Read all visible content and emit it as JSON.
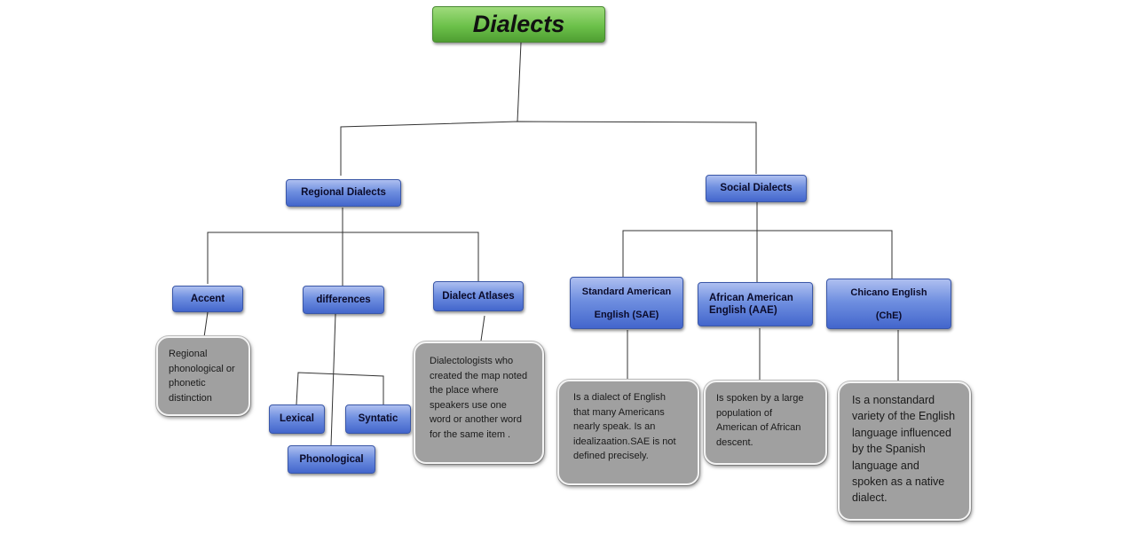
{
  "title": "Dialects",
  "branches": {
    "regional": {
      "label": "Regional Dialects",
      "children": {
        "accent": {
          "label": "Accent",
          "note": "Regional phonological or phonetic distinction"
        },
        "differences": {
          "label": "differences",
          "items": {
            "lexical": "Lexical",
            "syntatic": "Syntatic",
            "phonological": "Phonological"
          }
        },
        "atlases": {
          "label": "Dialect Atlases",
          "note": "Dialectologists who created the map noted the place where speakers use one word or another word for the same item ."
        }
      }
    },
    "social": {
      "label": "Social Dialects",
      "children": {
        "sae": {
          "label": "Standard American English (SAE)",
          "note": "Is a dialect of English that many Americans nearly speak. Is an idealizaation.SAE is not defined precisely."
        },
        "aae": {
          "label": "African American English (AAE)",
          "note": "Is spoken by a large population of American of African descent."
        },
        "che": {
          "label": "Chicano English (ChE)",
          "note": "Is a  nonstandard variety of the English language influenced by the Spanish language and spoken as a native dialect."
        }
      }
    }
  }
}
